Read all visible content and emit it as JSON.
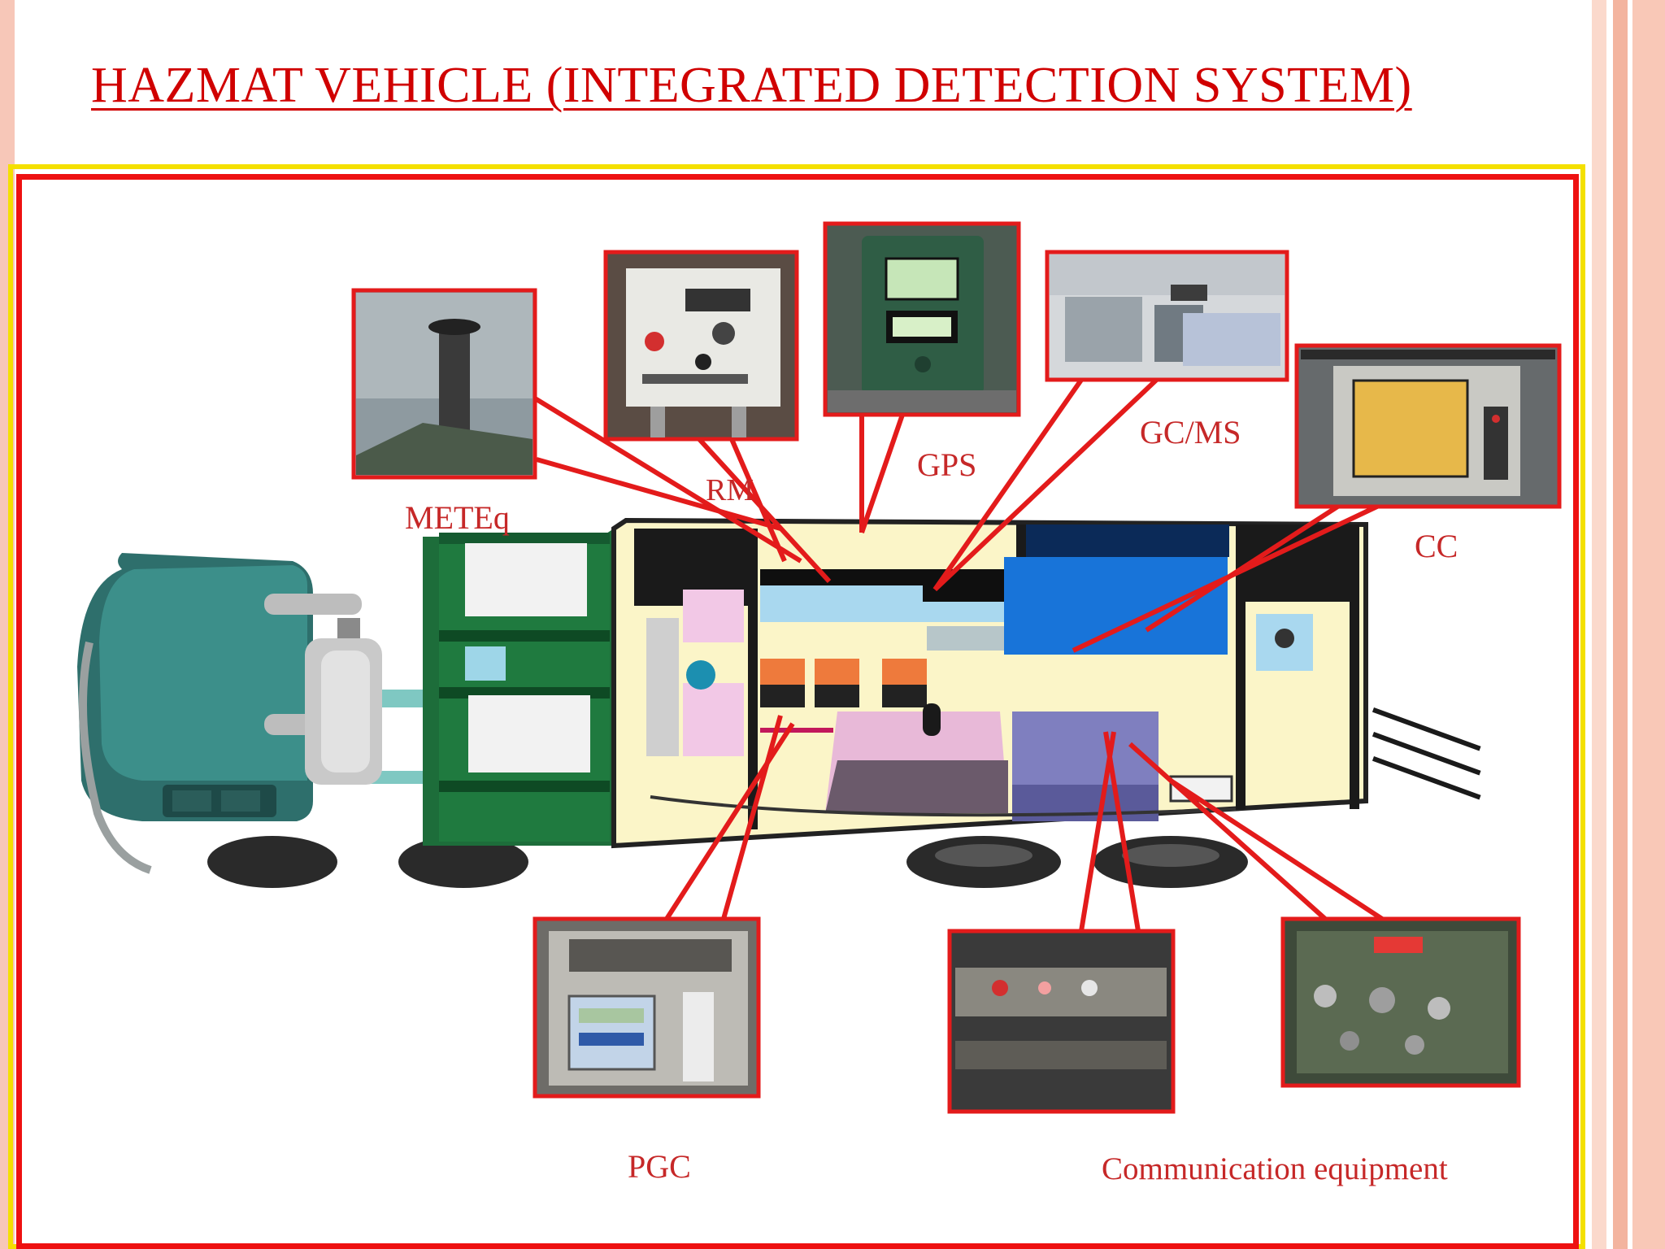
{
  "slide": {
    "title": "HAZMAT VEHICLE (INTEGRATED DETECTION SYSTEM)"
  },
  "labels": {
    "meteq": "METEq",
    "rm": "RM",
    "gps": "GPS",
    "gcms": "GC/MS",
    "cc": "CC",
    "pgc": "PGC",
    "comm": "Communication equipment"
  },
  "colors": {
    "title": "#d00000",
    "callout_border": "#e31b1b",
    "label_text": "#c62828",
    "truck_cab": "#2e7d78",
    "generator_body": "#1f7a3f",
    "lab_body": "#fbf5c8"
  }
}
